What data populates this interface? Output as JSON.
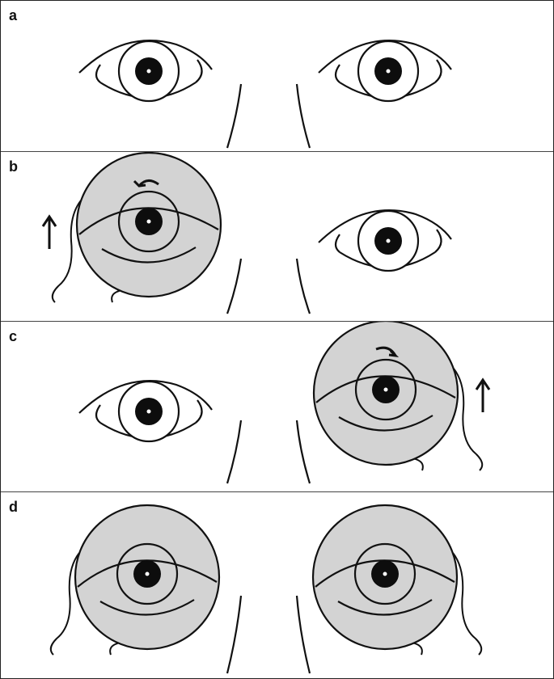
{
  "panels": [
    {
      "label": "a",
      "left": "open",
      "right": "open"
    },
    {
      "label": "b",
      "left": "lens-rotate-ccw",
      "right": "open"
    },
    {
      "label": "c",
      "left": "open",
      "right": "lens-rotate-cw"
    },
    {
      "label": "d",
      "left": "lens",
      "right": "lens"
    }
  ],
  "colors": {
    "lens": "#d3d3d3",
    "line": "#111111",
    "pupil": "#0d0d0d"
  }
}
